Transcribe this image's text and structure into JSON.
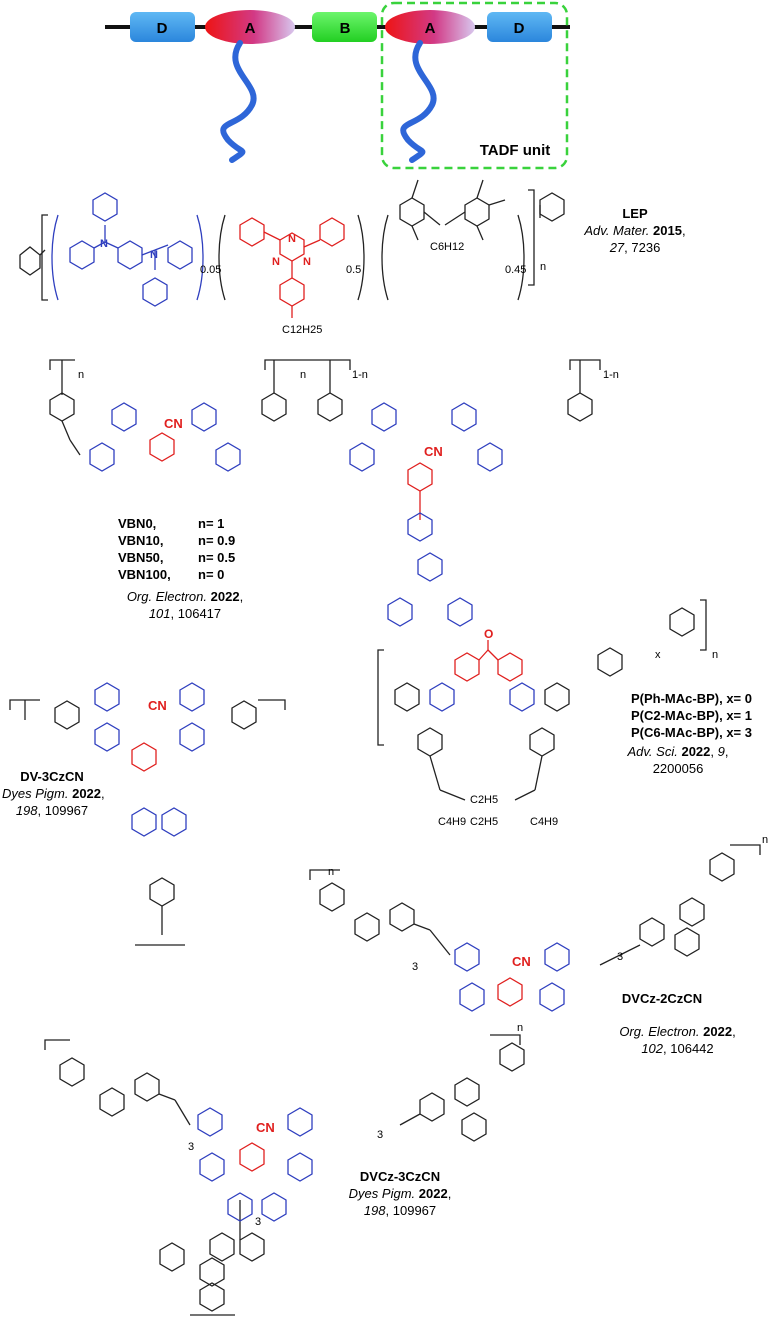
{
  "scheme": {
    "blocks": [
      "D",
      "A",
      "B",
      "A",
      "D"
    ],
    "tadf_label": "TADF unit"
  },
  "colors": {
    "donor": "#2f3fbf",
    "acceptor": "#e0201f",
    "backbone": "#111111",
    "block_d": "#3a9be6",
    "block_a": "#e11a1a",
    "block_b": "#3ee63e",
    "tadf_box": "#39d23c",
    "side_chain": "#2e66d8"
  },
  "compounds": {
    "lep": {
      "name": "LEP",
      "journal": "Adv. Mater.",
      "year": "2015",
      "volume": "27",
      "pages": "7236",
      "labels": {
        "sub1": "0.05",
        "sub2": "0.5",
        "sub3": "0.45",
        "n": "n",
        "c6h12": "C6H12",
        "c12h25": "C12H25"
      }
    },
    "vbn": {
      "rows": [
        {
          "name": "VBN0,",
          "value": "n= 1"
        },
        {
          "name": "VBN10,",
          "value": "n= 0.9"
        },
        {
          "name": "VBN50,",
          "value": "n= 0.5"
        },
        {
          "name": "VBN100,",
          "value": "n= 0"
        }
      ],
      "journal": "Org. Electron.",
      "year": "2022",
      "volume": "101",
      "pages": "106417",
      "labels": {
        "cn": "CN",
        "n": "n",
        "one_minus_n": "1-n"
      }
    },
    "pmac": {
      "rows": [
        {
          "name": "P(Ph-MAc-BP),",
          "value": "x= 0"
        },
        {
          "name": "P(C2-MAc-BP),",
          "value": "x= 1"
        },
        {
          "name": "P(C6-MAc-BP),",
          "value": "x= 3"
        }
      ],
      "journal": "Adv. Sci.",
      "year": "2022",
      "volume": "9",
      "pages": "2200056",
      "labels": {
        "o": "O",
        "x": "x",
        "n": "n",
        "c2h5": "C2H5",
        "c4h9": "C4H9"
      }
    },
    "dv3czcn": {
      "name": "DV-3CzCN",
      "journal": "Dyes Pigm.",
      "year": "2022",
      "volume": "198",
      "pages": "109967"
    },
    "dvcz2czcn": {
      "name": "DVCz-2CzCN",
      "journal": "Org. Electron.",
      "year": "2022",
      "volume": "102",
      "pages": "106442",
      "labels": {
        "three": "3",
        "n": "n"
      }
    },
    "dvcz3czcn": {
      "name": "DVCz-3CzCN",
      "journal": "Dyes Pigm.",
      "year": "2022",
      "volume": "198",
      "pages": "109967",
      "labels": {
        "three": "3",
        "n": "n"
      }
    }
  }
}
